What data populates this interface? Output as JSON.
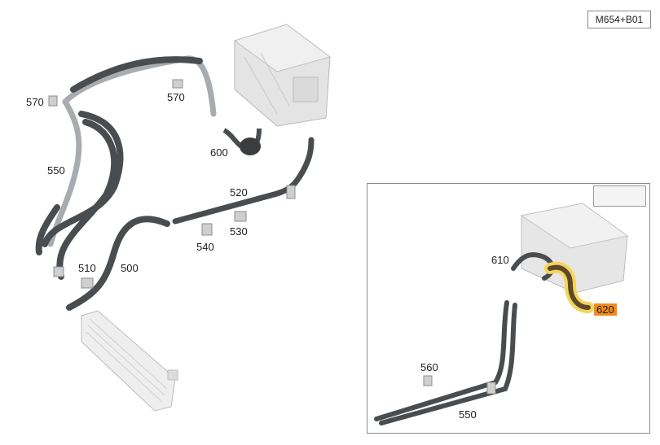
{
  "diagram": {
    "code": "M654+B01",
    "callouts": [
      {
        "id": "c570a",
        "text": "570"
      },
      {
        "id": "c570b",
        "text": "570"
      },
      {
        "id": "c550a",
        "text": "550"
      },
      {
        "id": "c600",
        "text": "600"
      },
      {
        "id": "c520",
        "text": "520"
      },
      {
        "id": "c530",
        "text": "530"
      },
      {
        "id": "c540",
        "text": "540"
      },
      {
        "id": "c510",
        "text": "510"
      },
      {
        "id": "c500",
        "text": "500"
      },
      {
        "id": "c610",
        "text": "610"
      },
      {
        "id": "c620",
        "text": "620"
      },
      {
        "id": "c560",
        "text": "560"
      },
      {
        "id": "c550b",
        "text": "550"
      }
    ],
    "highlight_color": "#f28a1e",
    "hose_color": "#4a4d50",
    "hose_light_color": "#a9acaf",
    "component_color": "#d9d9d9"
  }
}
